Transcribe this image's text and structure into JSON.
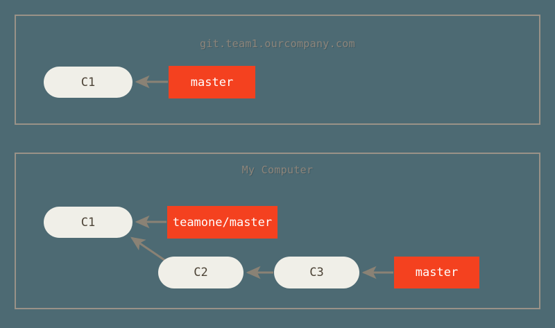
{
  "diagram": {
    "type": "git-branch-diagram",
    "background_color": "#4d6a73",
    "panel_border_color": "#9a9288",
    "commit_color": "#f0efe8",
    "branch_color": "#f4411f",
    "arrow_color": "#8a8275",
    "title_color": "#8d857b"
  },
  "panels": [
    {
      "id": "remote",
      "title": "git.team1.ourcompany.com",
      "commits": [
        {
          "id": "c1",
          "label": "C1"
        }
      ],
      "branches": [
        {
          "id": "master",
          "label": "master",
          "points_to": "c1"
        }
      ]
    },
    {
      "id": "local",
      "title": "My Computer",
      "commits": [
        {
          "id": "c1",
          "label": "C1"
        },
        {
          "id": "c2",
          "label": "C2",
          "parent": "c1"
        },
        {
          "id": "c3",
          "label": "C3",
          "parent": "c2"
        }
      ],
      "branches": [
        {
          "id": "teamone-master",
          "label": "teamone/master",
          "points_to": "c1"
        },
        {
          "id": "master",
          "label": "master",
          "points_to": "c3"
        }
      ]
    }
  ]
}
